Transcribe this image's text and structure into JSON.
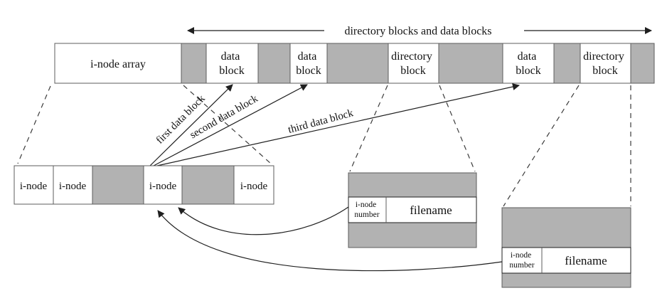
{
  "title": "directory blocks and data blocks",
  "colors": {
    "background": "#ffffff",
    "gray": "#b2b2b2",
    "white": "#ffffff",
    "line": "#1f1f1f",
    "border": "#5c5c5c",
    "dashed": "#3c3c3c",
    "text": "#111111"
  },
  "top_bar": {
    "segments": [
      {
        "lines": [
          "i-node array"
        ],
        "type": "white"
      },
      {
        "lines": [],
        "type": "gray"
      },
      {
        "lines": [
          "data",
          "block"
        ],
        "type": "white"
      },
      {
        "lines": [],
        "type": "gray"
      },
      {
        "lines": [
          "data",
          "block"
        ],
        "type": "white"
      },
      {
        "lines": [],
        "type": "gray"
      },
      {
        "lines": [
          "directory",
          "block"
        ],
        "type": "white"
      },
      {
        "lines": [],
        "type": "gray"
      },
      {
        "lines": [
          "data",
          "block"
        ],
        "type": "white"
      },
      {
        "lines": [],
        "type": "gray"
      },
      {
        "lines": [
          "directory",
          "block"
        ],
        "type": "white"
      },
      {
        "lines": [],
        "type": "gray"
      }
    ]
  },
  "pointer_labels": {
    "first": "first data block",
    "second": "second data block",
    "third": "third data block"
  },
  "inode_array": {
    "cells": [
      {
        "label": "i-node"
      },
      {
        "label": "i-node"
      },
      {
        "label": ""
      },
      {
        "label": "i-node"
      },
      {
        "label": ""
      },
      {
        "label": "i-node"
      }
    ]
  },
  "directory_entry_1": {
    "inode_number_lines": [
      "i-node",
      "number"
    ],
    "filename": "filename"
  },
  "directory_entry_2": {
    "inode_number_lines": [
      "i-node",
      "number"
    ],
    "filename": "filename"
  }
}
